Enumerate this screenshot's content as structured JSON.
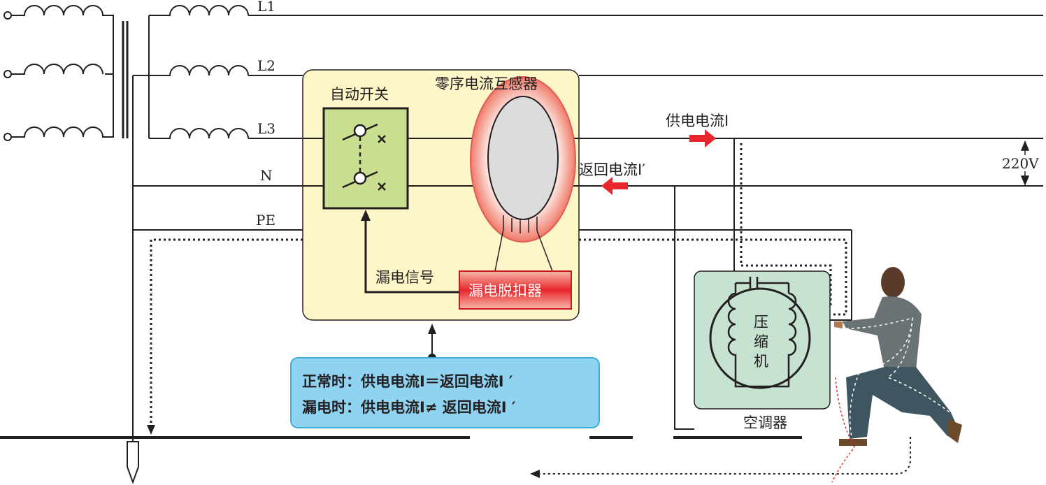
{
  "lines": {
    "l1": "L1",
    "l2": "L2",
    "l3": "L3",
    "n": "N",
    "pe": "PE"
  },
  "rcd": {
    "switch_label": "自动开关",
    "transformer_label": "零序电流互感器",
    "signal_label": "漏电信号",
    "trip_label": "漏电脱扣器"
  },
  "currents": {
    "supply": "供电电流I",
    "return": "返回电流I′"
  },
  "voltage": "220V",
  "info": {
    "normal": "正常时：供电电流I＝返回电流I ′",
    "leak": "漏电时：供电电流I≠ 返回电流I ′"
  },
  "appliance": {
    "name": "空调器",
    "compressor": [
      "压",
      "缩",
      "机"
    ]
  },
  "colors": {
    "box": "#fdf6c8",
    "switch": "#c9de8f",
    "trip": "#e8262b",
    "info": "#8fd3f0",
    "ac": "#c6e2d0",
    "arrow": "#e8262b"
  }
}
